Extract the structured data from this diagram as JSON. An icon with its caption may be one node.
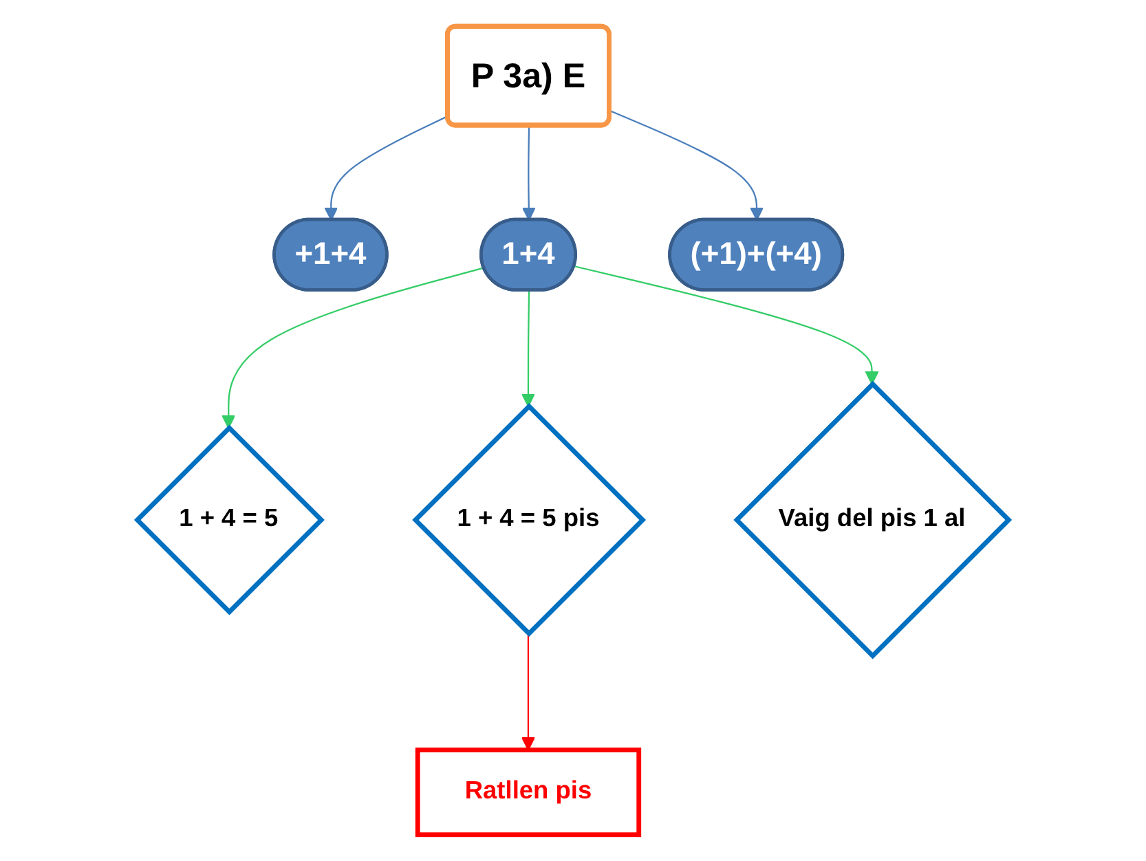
{
  "diagram": {
    "nodes": [
      {
        "text": [
          "P 3a) E"
        ]
      },
      {
        "text": [
          "+1+4"
        ]
      },
      {
        "text": [
          "1+4"
        ]
      },
      {
        "text": [
          "(+1)+(+4)"
        ]
      },
      {
        "text": [
          "1 + 4 = 5"
        ]
      },
      {
        "text": [
          "1 + 4 = 5 pis"
        ]
      },
      {
        "text": [
          "Vaig del pis 1 al"
        ]
      },
      {
        "text": [
          "Ratllen pis"
        ]
      }
    ],
    "edges": [
      {
        "from": 0,
        "to": 1,
        "arrow": "to",
        "color": "#4a7ebb"
      },
      {
        "from": 0,
        "to": 2,
        "arrow": "to",
        "color": "#4a7ebb"
      },
      {
        "from": 0,
        "to": 3,
        "arrow": "to",
        "color": "#4a7ebb"
      },
      {
        "from": 2,
        "to": 4,
        "arrow": "to",
        "color": "#33cc66"
      },
      {
        "from": 2,
        "to": 5,
        "arrow": "to",
        "color": "#33cc66"
      },
      {
        "from": 2,
        "to": 6,
        "arrow": "to",
        "color": "#33cc66"
      },
      {
        "from": 5,
        "to": 7,
        "arrow": "to",
        "color": "#ff0000"
      }
    ]
  }
}
